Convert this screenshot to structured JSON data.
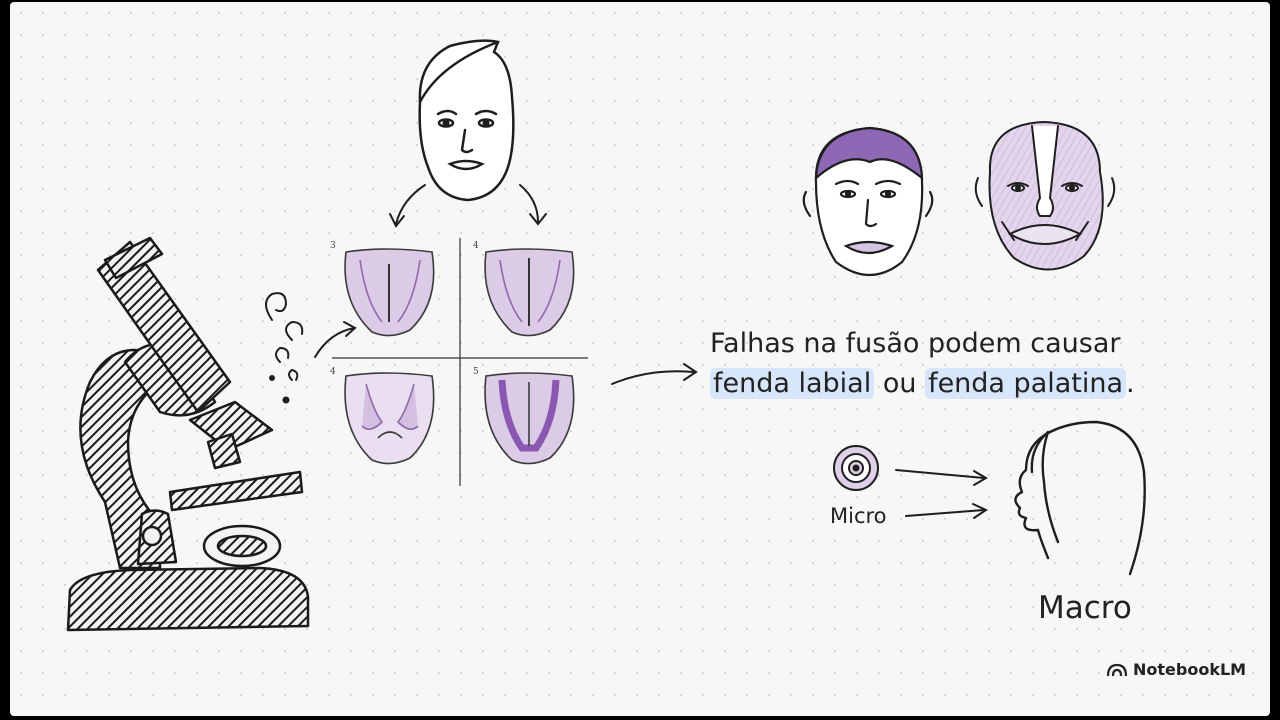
{
  "caption": {
    "line1": "Falhas na fusão podem causar",
    "highlight1": "fenda labial",
    "connector": "ou",
    "highlight2": "fenda palatina",
    "end": "."
  },
  "labels": {
    "micro": "Micro",
    "macro": "Macro"
  },
  "stages": [
    "3",
    "4",
    "4",
    "5"
  ],
  "brand": {
    "name": "NotebookLM",
    "icon": "notebooklm-logo-icon"
  },
  "colors": {
    "lavender": "#d8c8e4",
    "purple": "#9a70bd",
    "highlight": "#d7e6fb",
    "ink": "#1e1e1e"
  }
}
